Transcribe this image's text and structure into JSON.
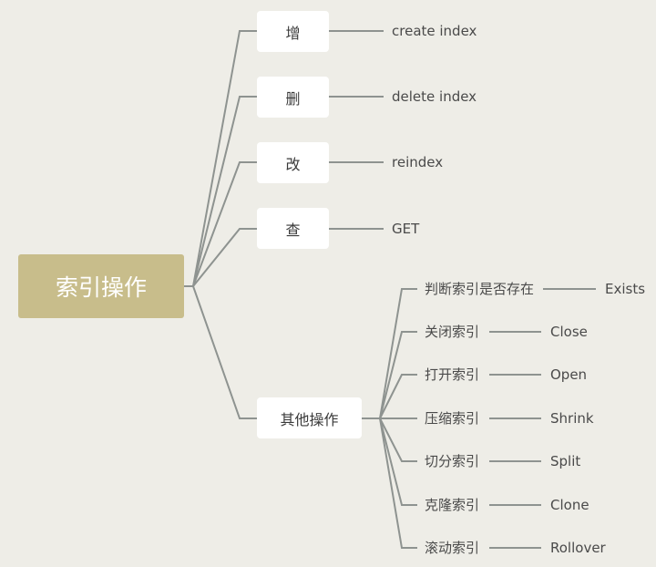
{
  "root": {
    "label": "索引操作"
  },
  "branches": [
    {
      "label": "增",
      "children": [
        {
          "label": "create index"
        }
      ]
    },
    {
      "label": "删",
      "children": [
        {
          "label": "delete index"
        }
      ]
    },
    {
      "label": "改",
      "children": [
        {
          "label": "reindex"
        }
      ]
    },
    {
      "label": "查",
      "children": [
        {
          "label": "GET"
        }
      ]
    },
    {
      "label": "其他操作",
      "children": [
        {
          "label": "判断索引是否存在",
          "children": [
            {
              "label": "Exists"
            }
          ]
        },
        {
          "label": "关闭索引",
          "children": [
            {
              "label": "Close"
            }
          ]
        },
        {
          "label": "打开索引",
          "children": [
            {
              "label": "Open"
            }
          ]
        },
        {
          "label": "压缩索引",
          "children": [
            {
              "label": "Shrink"
            }
          ]
        },
        {
          "label": "切分索引",
          "children": [
            {
              "label": "Split"
            }
          ]
        },
        {
          "label": "克隆索引",
          "children": [
            {
              "label": "Clone"
            }
          ]
        },
        {
          "label": "滚动索引",
          "children": [
            {
              "label": "Rollover"
            }
          ]
        }
      ]
    }
  ],
  "colors": {
    "root": "#c8bd8b",
    "line": "#8e9390",
    "background": "#eeede7"
  }
}
